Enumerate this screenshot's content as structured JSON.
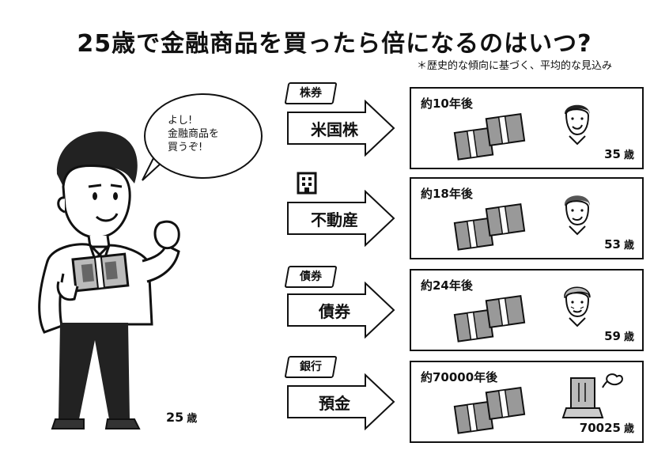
{
  "title": "25歳で金融商品を買ったら倍になるのはいつ?",
  "subtitle": "＊歴史的な傾向に基づく、平均的な見込み",
  "bubble": {
    "line1": "よし!",
    "line2": "金融商品を",
    "line3": "買うぞ!"
  },
  "person": {
    "age_value": "25",
    "age_unit": "歳"
  },
  "rows": [
    {
      "tag": "株券",
      "label": "米国株",
      "years": "約10年後",
      "age_value": "35",
      "age_unit": "歳"
    },
    {
      "tag": "",
      "label": "不動産",
      "years": "約18年後",
      "age_value": "53",
      "age_unit": "歳"
    },
    {
      "tag": "債券",
      "label": "債券",
      "years": "約24年後",
      "age_value": "59",
      "age_unit": "歳"
    },
    {
      "tag": "銀行",
      "label": "預金",
      "years": "約70000年後",
      "age_value": "70025",
      "age_unit": "歳"
    }
  ],
  "icons": {
    "row1": "face-icon",
    "row2": "face-icon",
    "row3": "face-icon",
    "row4": "gravestone-icon",
    "building": "building-icon",
    "money": "cash-bundle-icon"
  }
}
